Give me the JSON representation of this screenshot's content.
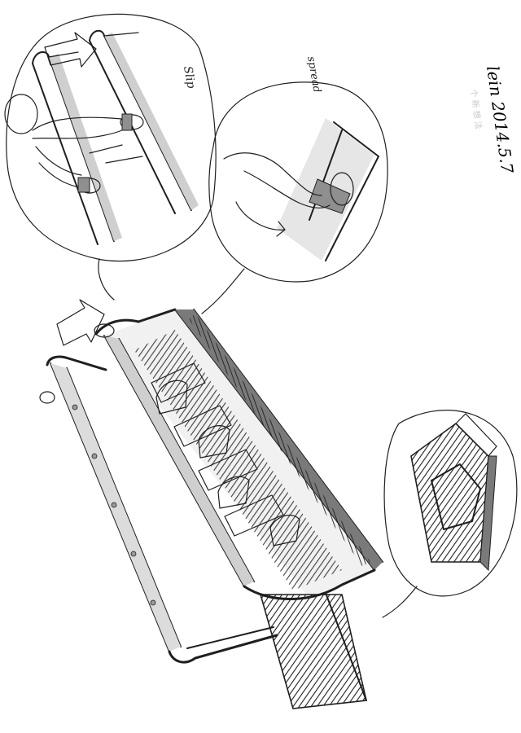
{
  "sheet": {
    "signature": "lein 2014.5.7",
    "faint_note": "个 新 想 法"
  },
  "callouts": {
    "slip": "Slip",
    "spread": "spread"
  },
  "icons": {
    "arrow": "arrow-icon",
    "rotate": "rotate-arrow-icon"
  },
  "colors": {
    "ink": "#1f1f1f",
    "marker_gray": "#9a9a9a",
    "light_gray": "#d8d8d8",
    "paper": "#ffffff"
  }
}
